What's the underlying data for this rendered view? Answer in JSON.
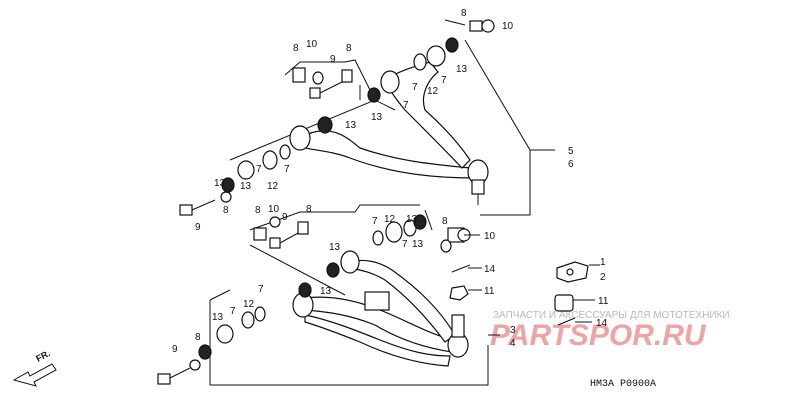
{
  "callouts": {
    "top_bolt": {
      "n8": "8",
      "n10": "10"
    },
    "upper_left_stack": {
      "n8a": "8",
      "n10": "10",
      "n9": "9",
      "n8b": "8"
    },
    "upper_arm": {
      "n13a": "13",
      "n7a": "7",
      "n12": "12",
      "n13b": "13",
      "n13c": "13",
      "n7b": "7",
      "n12b": "12",
      "n7c": "7",
      "n13d": "13",
      "n13e": "13",
      "n7d": "7",
      "n8": "8",
      "n9": "9"
    },
    "assembly_5_6": {
      "n5": "5",
      "n6": "6"
    },
    "lower_left_stack": {
      "n8a": "8",
      "n10": "10",
      "n9": "9",
      "n8b": "8"
    },
    "lower_arm": {
      "n7a": "7",
      "n12a": "12",
      "n13a": "13",
      "n13b": "13",
      "n13c": "13",
      "n8a": "8",
      "n10a": "10",
      "n14a": "14",
      "n11a": "11",
      "n13d": "13",
      "n7b": "7",
      "n12b": "12",
      "n7c": "7",
      "n13e": "13",
      "n7d": "7",
      "n8b": "8",
      "n9": "9",
      "n3": "3",
      "n4": "4"
    },
    "right_parts": {
      "n1": "1",
      "n2": "2",
      "n11": "11",
      "n14": "14"
    }
  },
  "watermark": {
    "caption": "ЗАПЧАСТИ И АКСЕССУАРЫ ДЛЯ МОТОТЕХНИКИ",
    "logo": "PARTSPOR.RU"
  },
  "direction_label": "FR.",
  "diagram_code": "HM3A  P0900A"
}
